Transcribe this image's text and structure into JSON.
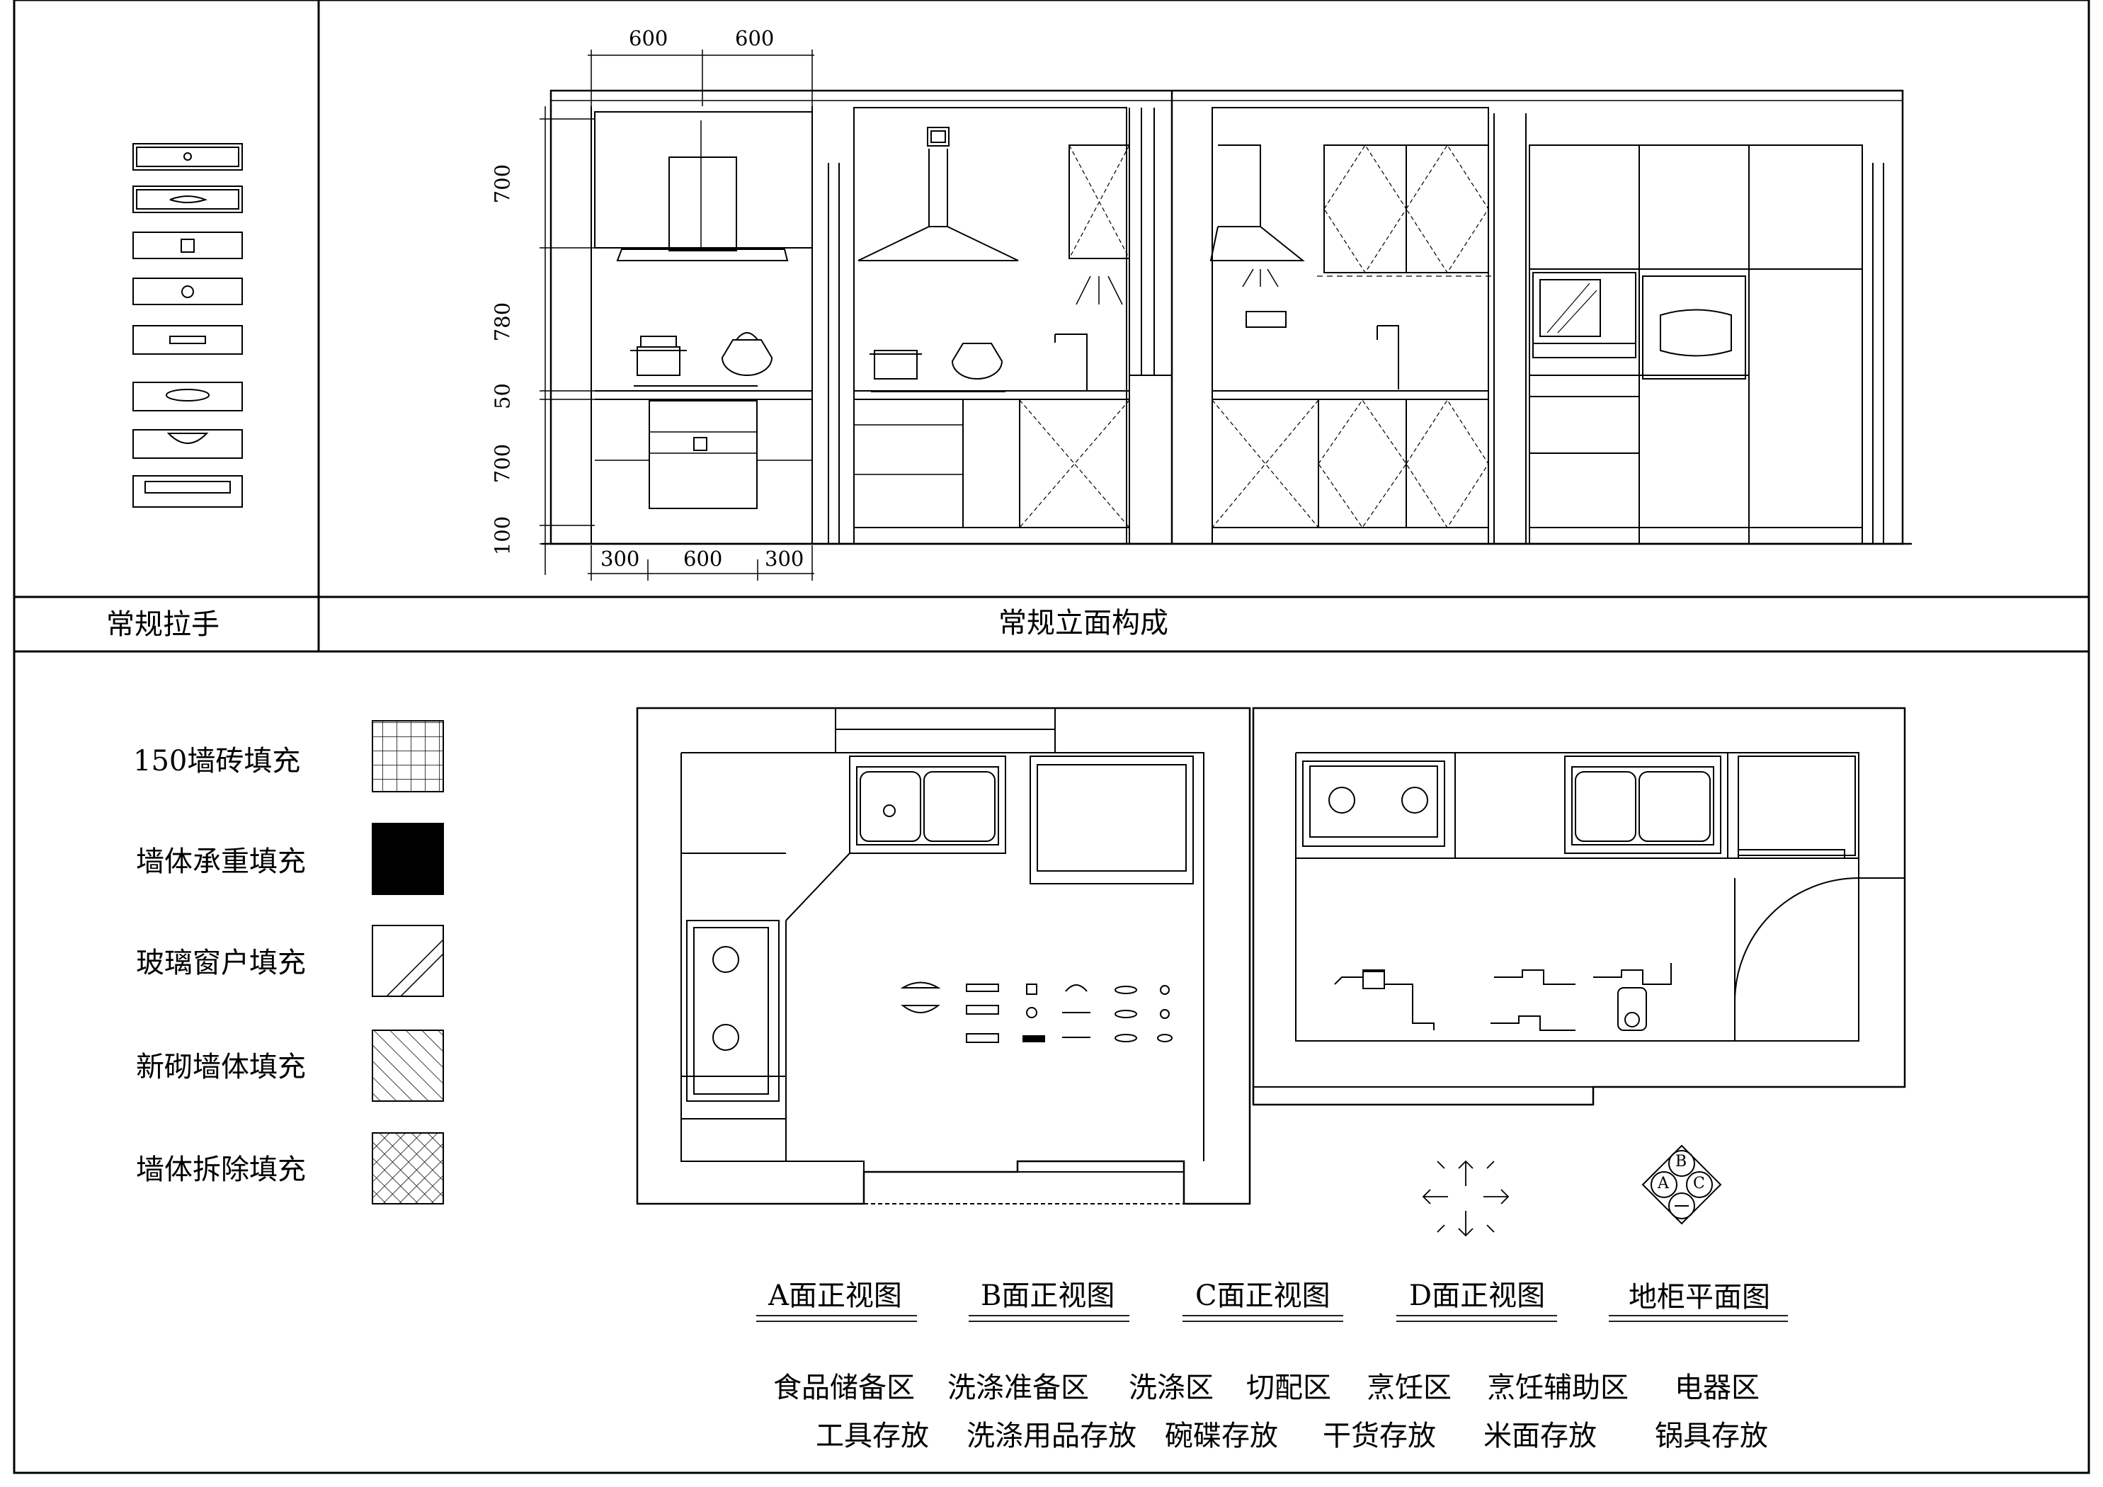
{
  "sections": {
    "handles_title": "常规拉手",
    "elevation_title": "常规立面构成"
  },
  "dimensions": {
    "top": [
      "600",
      "600"
    ],
    "bottom": [
      "300",
      "600",
      "300"
    ],
    "left": [
      "700",
      "780",
      "50",
      "700",
      "100"
    ]
  },
  "legend": [
    {
      "label": "150墙砖填充",
      "pattern": "grid"
    },
    {
      "label": "墙体承重填充",
      "pattern": "solid"
    },
    {
      "label": "玻璃窗户填充",
      "pattern": "glass"
    },
    {
      "label": "新砌墙体填充",
      "pattern": "hatch"
    },
    {
      "label": "墙体拆除填充",
      "pattern": "crosshatch"
    }
  ],
  "compass_labels": [
    "B",
    "A",
    "C"
  ],
  "views": [
    "A面正视图",
    "B面正视图",
    "C面正视图",
    "D面正视图",
    "地柜平面图"
  ],
  "zones_row1": [
    "食品储备区",
    "洗涤准备区",
    "洗涤区",
    "切配区",
    "烹饪区",
    "烹饪辅助区",
    "电器区"
  ],
  "zones_row2": [
    "工具存放",
    "洗涤用品存放",
    "碗碟存放",
    "干货存放",
    "米面存放",
    "锅具存放"
  ]
}
